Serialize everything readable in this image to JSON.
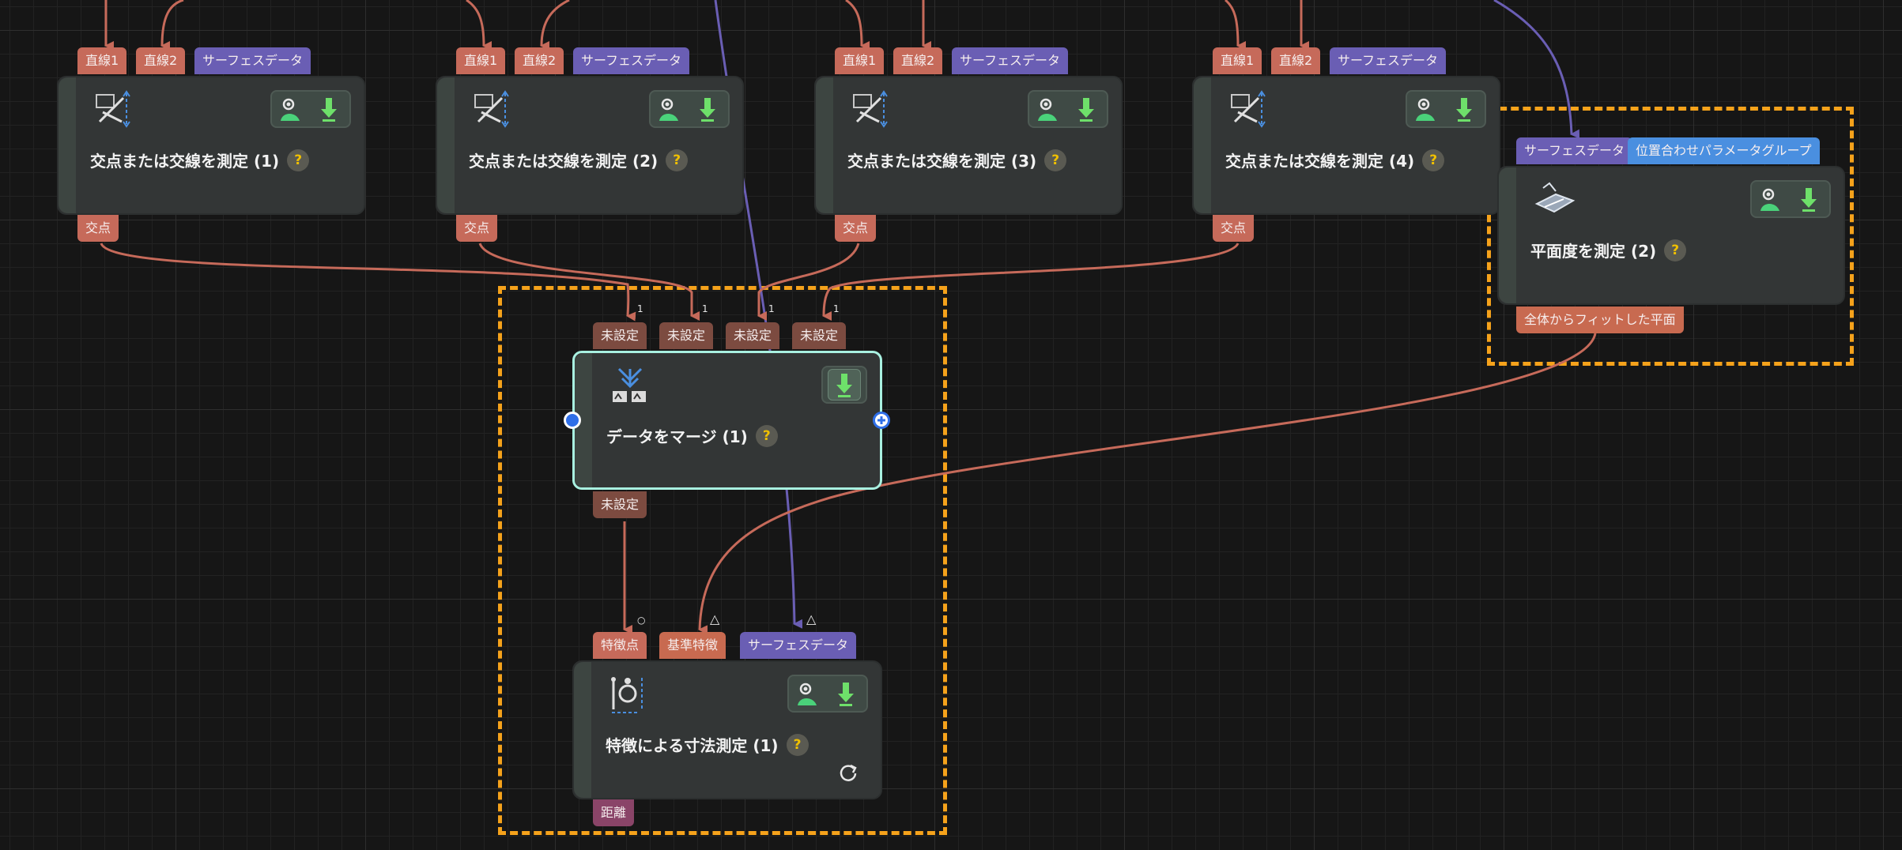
{
  "ports": {
    "line1": "直線1",
    "line2": "直線2",
    "surface": "サーフェスデータ",
    "intersection": "交点",
    "align_group": "位置合わせパラメータグループ",
    "fitted_plane": "全体からフィットした平面",
    "unset": "未設定",
    "feature_point": "特徴点",
    "reference_feature": "基準特徴",
    "distance": "距離"
  },
  "nodes": {
    "measure1": "交点または交線を測定 (1)",
    "measure2": "交点または交線を測定 (2)",
    "measure3": "交点または交線を測定 (3)",
    "measure4": "交点または交線を測定 (4)",
    "flatness": "平面度を測定 (2)",
    "merge": "データをマージ (1)",
    "dimension": "特徴による寸法測定 (1)",
    "help": "?"
  },
  "markers": {
    "index": "1",
    "optional": "○",
    "triangle": "△"
  },
  "colors": {
    "wire_red": "#c66a5a",
    "wire_purple": "#6a5eb4",
    "group_border": "#f5a21b",
    "selected_border": "#a8f0e0",
    "eye": "#4ad27a",
    "download": "#6ee06a"
  },
  "icons": {
    "measure": "measure-intersection-icon",
    "flatness": "flatness-icon",
    "merge": "merge-data-icon",
    "dimension": "dimension-icon",
    "eye": "eye-icon",
    "download": "download-icon",
    "refresh": "refresh-icon"
  }
}
